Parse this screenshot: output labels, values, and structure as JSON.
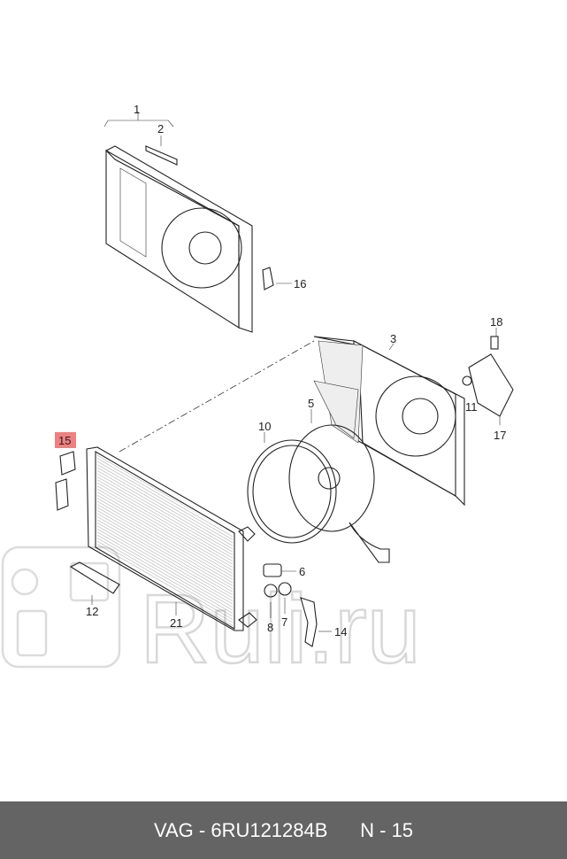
{
  "footer": {
    "brand": "VAG",
    "part_number": "6RU121284B",
    "position": "N - 15"
  },
  "callouts": {
    "c1": "1",
    "c2": "2",
    "c3": "3",
    "c5": "5",
    "c6": "6",
    "c7": "7",
    "c8": "8",
    "c10": "10",
    "c11": "11",
    "c12": "12",
    "c14": "14",
    "c15": "15",
    "c16": "16",
    "c17": "17",
    "c18": "18",
    "c21": "21"
  },
  "highlight": {
    "callout": "15",
    "color": "#f08080"
  },
  "watermark": {
    "text": "Ruli.ru"
  }
}
